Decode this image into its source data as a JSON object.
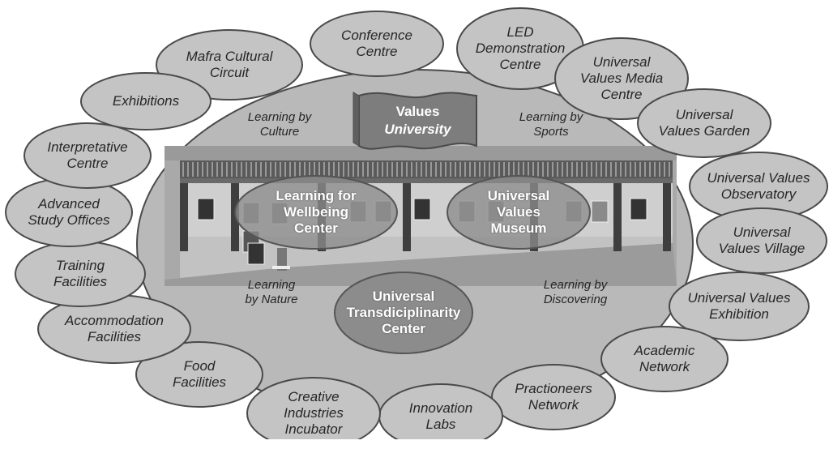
{
  "banner": {
    "line1": "Values",
    "line2": "University"
  },
  "learning": {
    "culture": "Learning by\nCulture",
    "sports": "Learning by\nSports",
    "nature": "Learning\nby Nature",
    "discovering": "Learning by\nDiscovering"
  },
  "inner_centers": {
    "wellbeing": "Learning for\nWellbeing\nCenter",
    "museum": "Universal\nValues\nMuseum",
    "transdisciplinarity": "Universal\nTransdiciplinarity\nCenter"
  },
  "outer_items": [
    "Mafra Cultural\nCircuit",
    "Conference\nCentre",
    "LED\nDemonstration\nCentre",
    "Universal\nValues Media\nCentre",
    "Universal\nValues Garden",
    "Universal Values\nObservatory",
    "Universal\nValues Village",
    "Universal Values\nExhibition",
    "Academic\nNetwork",
    "Practioneers\nNetwork",
    "Innovation\nLabs",
    "Creative\nIndustries\nIncubator",
    "Food\nFacilities",
    "Accommodation\nFacilities",
    "Training\nFacilities",
    "Advanced\nStudy Offices",
    "Interpretative\nCentre",
    "Exhibitions"
  ],
  "colors": {
    "outer_fill": "#c4c4c4",
    "outer_stroke": "#4a4a4a",
    "big_ellipse_fill": "#b9b9b9",
    "inner_fill": "#8c8c8c",
    "banner_fill": "#7d7d7d",
    "text_dark": "#262626"
  }
}
